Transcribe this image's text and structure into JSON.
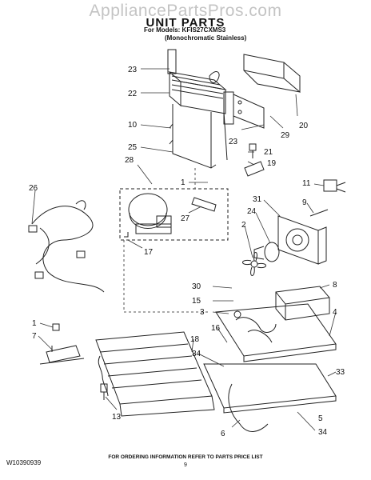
{
  "watermark": "AppliancePartsPros.com",
  "title": "UNIT PARTS",
  "models_line": "For Models: KFIS27CXMS3",
  "finish_line": "(Monochromatic Stainless)",
  "footer": {
    "doc_number": "W10390939",
    "ordering_note": "FOR ORDERING INFORMATION REFER TO PARTS PRICE LIST",
    "page": "9"
  },
  "callouts": {
    "c23a": "23",
    "c22": "22",
    "c10": "10",
    "c25": "25",
    "c28": "28",
    "c26": "26",
    "c1a": "1",
    "c27": "27",
    "c17": "17",
    "c20": "20",
    "c29": "29",
    "c23b": "23",
    "c21": "21",
    "c19": "19",
    "c11": "11",
    "c9": "9",
    "c31": "31",
    "c24": "24",
    "c2": "2",
    "c8": "8",
    "c30": "30",
    "c15": "15",
    "c3": "3",
    "c4": "4",
    "c1b": "1",
    "c7": "7",
    "c16": "16",
    "c18": "18",
    "c34a": "34",
    "c33": "33",
    "c13": "13",
    "c6": "6",
    "c34b": "34",
    "c5": "5"
  }
}
